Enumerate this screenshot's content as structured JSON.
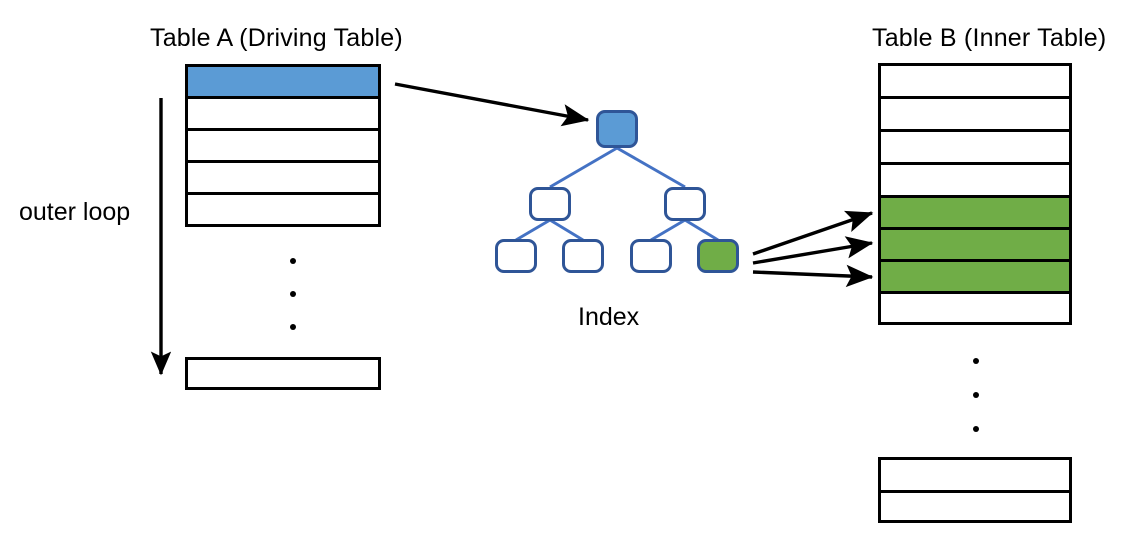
{
  "diagram": {
    "kind": "nested-loop-join-index-diagram",
    "background": "#ffffff"
  },
  "colors": {
    "blue_fill": "#5B9BD5",
    "green_fill": "#70AD47",
    "node_stroke": "#2F5597",
    "tree_link": "#4472C4",
    "outline": "#000000",
    "text": "#000000"
  },
  "labels": {
    "table_a_title": "Table A (Driving Table)",
    "table_b_title": "Table B (Inner Table)",
    "outer_loop": "outer loop",
    "index": "Index"
  },
  "table_a": {
    "title": "Table A (Driving Table)",
    "rows": [
      {
        "fill": "blue"
      },
      {
        "fill": "white"
      },
      {
        "fill": "white"
      },
      {
        "fill": "white"
      },
      {
        "fill": "white"
      }
    ],
    "ellipsis_dots": 3,
    "tail_rows": [
      {
        "fill": "white"
      }
    ]
  },
  "table_b": {
    "title": "Table B (Inner Table)",
    "rows": [
      {
        "fill": "white"
      },
      {
        "fill": "white"
      },
      {
        "fill": "white"
      },
      {
        "fill": "white"
      },
      {
        "fill": "green"
      },
      {
        "fill": "green"
      },
      {
        "fill": "green"
      },
      {
        "fill": "white"
      }
    ],
    "ellipsis_dots": 3,
    "tail_rows": [
      {
        "fill": "white"
      },
      {
        "fill": "white"
      }
    ]
  },
  "index_tree": {
    "caption": "Index",
    "levels": [
      {
        "level": 0,
        "nodes": [
          {
            "fill": "blue"
          }
        ]
      },
      {
        "level": 1,
        "nodes": [
          {
            "fill": "white"
          },
          {
            "fill": "white"
          }
        ]
      },
      {
        "level": 2,
        "nodes": [
          {
            "fill": "white"
          },
          {
            "fill": "white"
          },
          {
            "fill": "white"
          },
          {
            "fill": "green"
          }
        ]
      }
    ]
  },
  "arrows": {
    "driving_row_to_index_root": 1,
    "leaf_to_matching_rows": 3,
    "outer_loop_arrow": 1
  }
}
